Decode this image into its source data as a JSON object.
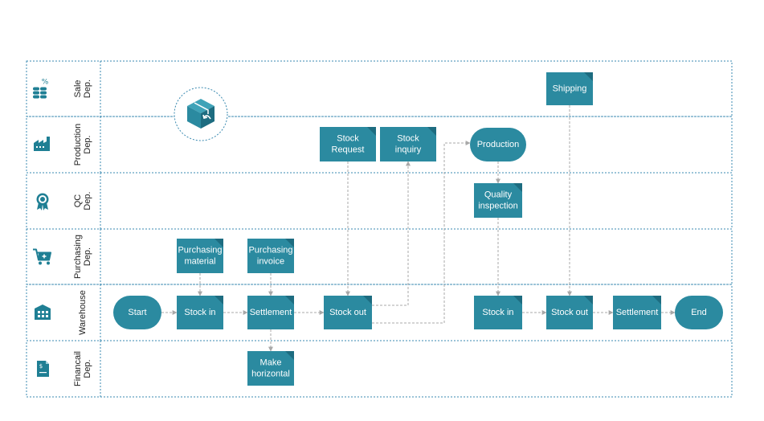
{
  "colors": {
    "node": "#2b8aa0",
    "node_fold": "#1d6c80",
    "border": "#3a8ab0",
    "arrow": "#a8a8a8",
    "icon": "#1f7f94"
  },
  "lanes": [
    {
      "id": "sale",
      "lines": [
        "Sale",
        "Dep."
      ],
      "icon": "coins-percent-icon"
    },
    {
      "id": "production",
      "lines": [
        "Production",
        "Dep."
      ],
      "icon": "factory-icon"
    },
    {
      "id": "qc",
      "lines": [
        "QC",
        "Dep."
      ],
      "icon": "award-badge-icon"
    },
    {
      "id": "purchasing",
      "lines": [
        "Purchasing",
        "Dep."
      ],
      "icon": "shopping-cart-icon"
    },
    {
      "id": "warehouse",
      "lines": [
        "Warehouse"
      ],
      "icon": "warehouse-icon"
    },
    {
      "id": "financial",
      "lines": [
        "Financail",
        "Dep."
      ],
      "icon": "invoice-icon"
    }
  ],
  "nodes": [
    {
      "id": "shipping",
      "lines": [
        "Shipping"
      ],
      "shape": "rect"
    },
    {
      "id": "stock-request",
      "lines": [
        "Stock",
        "Request"
      ],
      "shape": "rect"
    },
    {
      "id": "stock-inquiry",
      "lines": [
        "Stock",
        "inquiry"
      ],
      "shape": "rect"
    },
    {
      "id": "production",
      "lines": [
        "Production"
      ],
      "shape": "pill"
    },
    {
      "id": "quality-inspection",
      "lines": [
        "Quality",
        "inspection"
      ],
      "shape": "rect"
    },
    {
      "id": "purchasing-material",
      "lines": [
        "Purchasing",
        "material"
      ],
      "shape": "rect"
    },
    {
      "id": "purchasing-invoice",
      "lines": [
        "Purchasing",
        "invoice"
      ],
      "shape": "rect"
    },
    {
      "id": "start",
      "lines": [
        "Start"
      ],
      "shape": "pill"
    },
    {
      "id": "stock-in-1",
      "lines": [
        "Stock in"
      ],
      "shape": "rect"
    },
    {
      "id": "settlement-1",
      "lines": [
        "Settlement"
      ],
      "shape": "rect"
    },
    {
      "id": "stock-out-1",
      "lines": [
        "Stock out"
      ],
      "shape": "rect"
    },
    {
      "id": "stock-in-2",
      "lines": [
        "Stock in"
      ],
      "shape": "rect"
    },
    {
      "id": "stock-out-2",
      "lines": [
        "Stock out"
      ],
      "shape": "rect"
    },
    {
      "id": "settlement-2",
      "lines": [
        "Settlement"
      ],
      "shape": "rect"
    },
    {
      "id": "end",
      "lines": [
        "End"
      ],
      "shape": "pill"
    },
    {
      "id": "make-horizontal",
      "lines": [
        "Make",
        "horizontal"
      ],
      "shape": "rect"
    }
  ],
  "edges": [
    {
      "id": "start-to-stock-in-1",
      "from": "start",
      "to": "stock-in-1"
    },
    {
      "id": "stock-in-1-to-settlement-1",
      "from": "stock-in-1",
      "to": "settlement-1"
    },
    {
      "id": "settlement-1-to-stock-out-1",
      "from": "settlement-1",
      "to": "stock-out-1"
    },
    {
      "id": "purchasing-material-to-stock-in-1",
      "from": "purchasing-material",
      "to": "stock-in-1"
    },
    {
      "id": "purchasing-invoice-to-settlement-1",
      "from": "purchasing-invoice",
      "to": "settlement-1"
    },
    {
      "id": "settlement-1-to-make-horizontal",
      "from": "settlement-1",
      "to": "make-horizontal"
    },
    {
      "id": "stock-request-to-stock-out-1",
      "from": "stock-request",
      "to": "stock-out-1"
    },
    {
      "id": "stock-out-1-to-stock-inquiry",
      "from": "stock-out-1",
      "to": "stock-inquiry"
    },
    {
      "id": "stock-out-1-to-production",
      "from": "stock-out-1",
      "to": "production"
    },
    {
      "id": "production-to-quality-inspection",
      "from": "production",
      "to": "quality-inspection"
    },
    {
      "id": "quality-inspection-to-stock-in-2",
      "from": "quality-inspection",
      "to": "stock-in-2"
    },
    {
      "id": "stock-in-2-to-stock-out-2",
      "from": "stock-in-2",
      "to": "stock-out-2"
    },
    {
      "id": "shipping-to-stock-out-2",
      "from": "shipping",
      "to": "stock-out-2"
    },
    {
      "id": "stock-out-2-to-settlement-2",
      "from": "stock-out-2",
      "to": "settlement-2"
    },
    {
      "id": "settlement-2-to-end",
      "from": "settlement-2",
      "to": "end"
    }
  ],
  "badge": {
    "icon": "package-return-icon"
  }
}
